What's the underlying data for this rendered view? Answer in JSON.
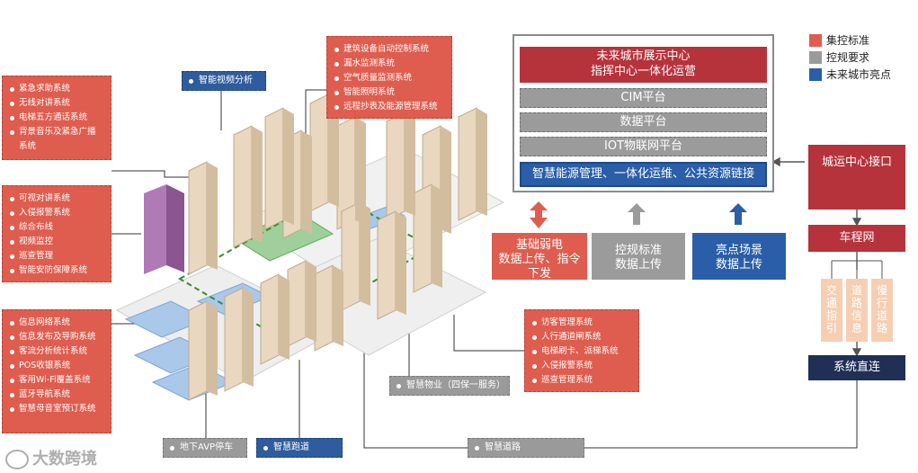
{
  "callouts": {
    "emergency": [
      "紧急求助系统",
      "无线对讲系统",
      "电梯五方通话系统",
      "背景音乐及紧急广播",
      "系统"
    ],
    "security": [
      "可视对讲系统",
      "入侵报警系统",
      "综合布线",
      "视频监控",
      "巡查管理",
      "智能安防保障系统"
    ],
    "retail": [
      "信息网络系统",
      "信息发布及导购系统",
      "客流分析统计系统",
      "POS收银系统",
      "客用Wi-Fi覆盖系统",
      "蓝牙导航系统",
      "智慧母音室预订系统"
    ],
    "building": [
      "建筑设备自动控制系统",
      "漏水监测系统",
      "空气质量监测系统",
      "智能照明系统",
      "远程抄表及能源管理系统"
    ],
    "access": [
      "访客管理系统",
      "人行通道闸系统",
      "电梯刷卡、派梯系统",
      "入侵报警系统",
      "巡查管理系统"
    ]
  },
  "tags": {
    "video": "智能视频分析",
    "parking": "地下AVP停车",
    "track": "智慧跑道",
    "property": "智慧物业（四保一服务）",
    "road": "智慧道路"
  },
  "platform": {
    "top_line1": "未来城市展示中心",
    "top_line2": "指挥中心一体化运营",
    "cim": "CIM平台",
    "data": "数据平台",
    "iot": "IOT物联网平台",
    "bottom": "智慧能源管理、一体化运维、公共资源链接"
  },
  "uploads": {
    "red": [
      "基础弱电",
      "数据上传、指令",
      "下发"
    ],
    "gray": [
      "控规标准",
      "数据上传"
    ],
    "blue": [
      "亮点场景",
      "数据上传"
    ]
  },
  "legend": [
    {
      "label": "集控标准",
      "color": "#de5d4f"
    },
    {
      "label": "控规要求",
      "color": "#9b9b9b"
    },
    {
      "label": "未来城市亮点",
      "color": "#2a5ea8"
    }
  ],
  "right": {
    "interface": "城运中心接口",
    "chewang": "车程网",
    "cols": [
      [
        "交",
        "通",
        "指",
        "引"
      ],
      [
        "道",
        "路",
        "信",
        "息"
      ],
      [
        "慢",
        "行",
        "道",
        "路"
      ]
    ],
    "direct": "系统直连"
  },
  "watermark": "大数跨境"
}
